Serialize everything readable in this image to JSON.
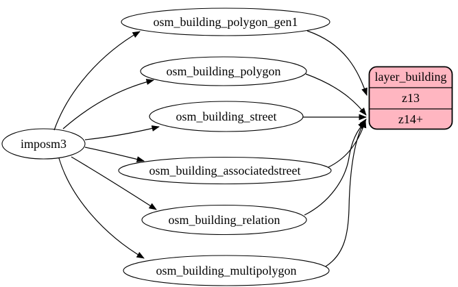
{
  "diagram": {
    "kind": "dependency-graph",
    "background_color": "#ffffff",
    "edge_color": "#000000",
    "source_node": {
      "id": "imposm3",
      "label": "imposm3",
      "shape": "ellipse"
    },
    "table_nodes": [
      {
        "id": "osm_building_polygon_gen1",
        "label": "osm_building_polygon_gen1",
        "shape": "ellipse"
      },
      {
        "id": "osm_building_polygon",
        "label": "osm_building_polygon",
        "shape": "ellipse"
      },
      {
        "id": "osm_building_street",
        "label": "osm_building_street",
        "shape": "ellipse"
      },
      {
        "id": "osm_building_associatedstreet",
        "label": "osm_building_associatedstreet",
        "shape": "ellipse"
      },
      {
        "id": "osm_building_relation",
        "label": "osm_building_relation",
        "shape": "ellipse"
      },
      {
        "id": "osm_building_multipolygon",
        "label": "osm_building_multipolygon",
        "shape": "ellipse"
      }
    ],
    "layer_node": {
      "id": "layer_building",
      "title": "layer_building",
      "shape": "record",
      "fill": "#ffb6c1",
      "rows": [
        {
          "label": "z13"
        },
        {
          "label": "z14+"
        }
      ]
    },
    "edges": [
      {
        "from": "imposm3",
        "to": "osm_building_polygon_gen1"
      },
      {
        "from": "imposm3",
        "to": "osm_building_polygon"
      },
      {
        "from": "imposm3",
        "to": "osm_building_street"
      },
      {
        "from": "imposm3",
        "to": "osm_building_associatedstreet"
      },
      {
        "from": "imposm3",
        "to": "osm_building_relation"
      },
      {
        "from": "imposm3",
        "to": "osm_building_multipolygon"
      },
      {
        "from": "osm_building_polygon_gen1",
        "to": "layer_building",
        "row": "z13"
      },
      {
        "from": "osm_building_polygon",
        "to": "layer_building",
        "row": "z14+"
      },
      {
        "from": "osm_building_street",
        "to": "layer_building",
        "row": "z14+"
      },
      {
        "from": "osm_building_associatedstreet",
        "to": "layer_building",
        "row": "z14+"
      },
      {
        "from": "osm_building_relation",
        "to": "layer_building",
        "row": "z14+"
      },
      {
        "from": "osm_building_multipolygon",
        "to": "layer_building",
        "row": "z14+"
      }
    ]
  }
}
